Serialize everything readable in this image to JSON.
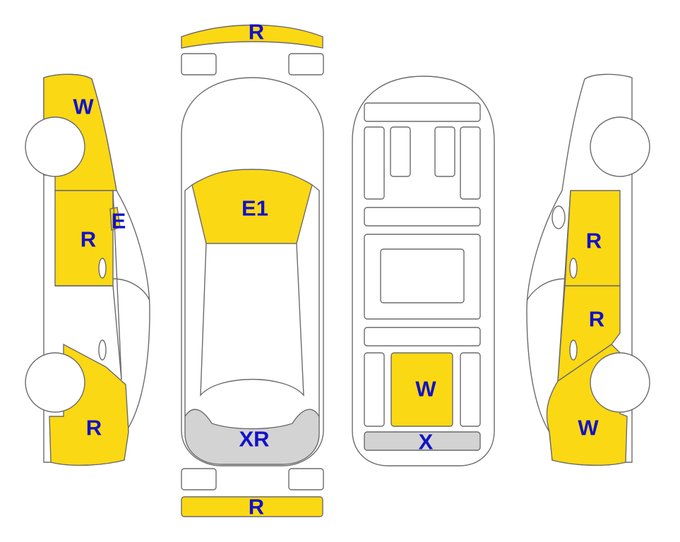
{
  "colors": {
    "damage_fill": "#FBD814",
    "missing_fill": "#D3D3D3",
    "label_text": "#1212C8",
    "outline": "#6B6B6B"
  },
  "zones": {
    "left_rear_fender": {
      "code": "W",
      "status": "damaged"
    },
    "left_rear_door": {
      "code": "R",
      "status": "damaged"
    },
    "left_mirror": {
      "code": "E",
      "status": "damaged"
    },
    "left_front_fender": {
      "code": "R",
      "status": "damaged"
    },
    "rear_bumper": {
      "code": "R",
      "status": "damaged"
    },
    "rear_window": {
      "code": "E1",
      "status": "damaged"
    },
    "hood": {
      "code": "XR",
      "status": "missing"
    },
    "front_bumper": {
      "code": "R",
      "status": "damaged"
    },
    "underbody_front": {
      "code": "W",
      "status": "damaged"
    },
    "underbody_front_edge": {
      "code": "X",
      "status": "missing"
    },
    "right_rear_door": {
      "code": "R",
      "status": "damaged"
    },
    "right_front_door": {
      "code": "R",
      "status": "damaged"
    },
    "right_front_fender": {
      "code": "W",
      "status": "damaged"
    }
  }
}
